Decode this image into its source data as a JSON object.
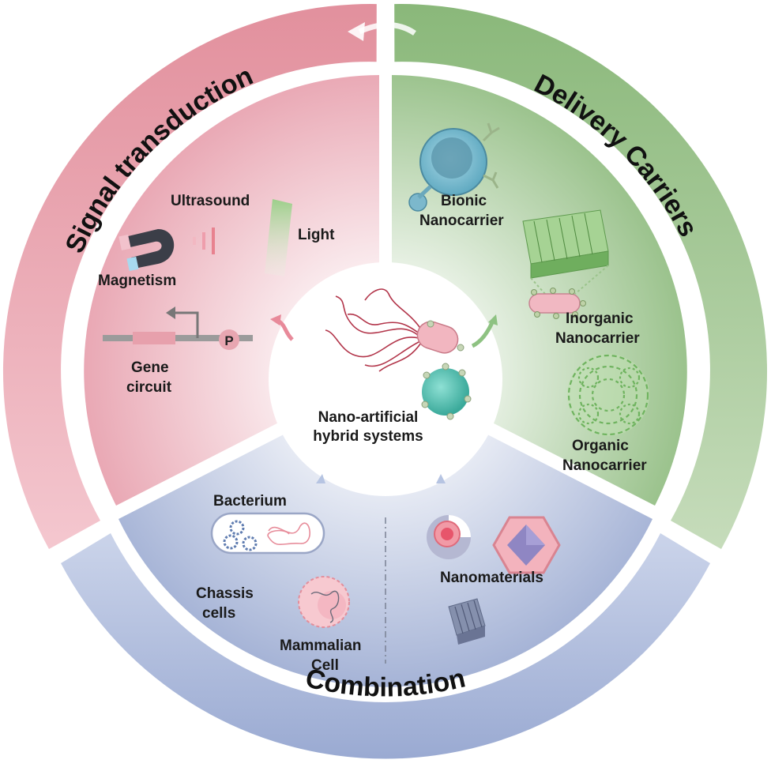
{
  "center": {
    "line1": "Nano-artificial",
    "line2": "hybrid systems"
  },
  "ring_labels": {
    "signal": "Signal transduction",
    "delivery": "Delivery Carriers",
    "combination": "Combination"
  },
  "signal_sector": {
    "ultrasound": "Ultrasound",
    "light": "Light",
    "magnetism": "Magnetism",
    "promoter_letter": "P",
    "gene_circuit": [
      "Gene",
      "circuit"
    ]
  },
  "delivery_sector": {
    "bionic": [
      "Bionic",
      "Nanocarrier"
    ],
    "inorganic": [
      "Inorganic",
      "Nanocarrier"
    ],
    "organic": [
      "Organic",
      "Nanocarrier"
    ]
  },
  "combination_sector": {
    "bacterium": "Bacterium",
    "chassis_cells": [
      "Chassis",
      "cells"
    ],
    "mammalian_cell": [
      "Mammalian",
      "Cell"
    ],
    "nanomaterials": "Nanomaterials"
  },
  "colors": {
    "signal": "#e9a0ac",
    "delivery": "#9cc28e",
    "combination": "#a9b7d8"
  }
}
